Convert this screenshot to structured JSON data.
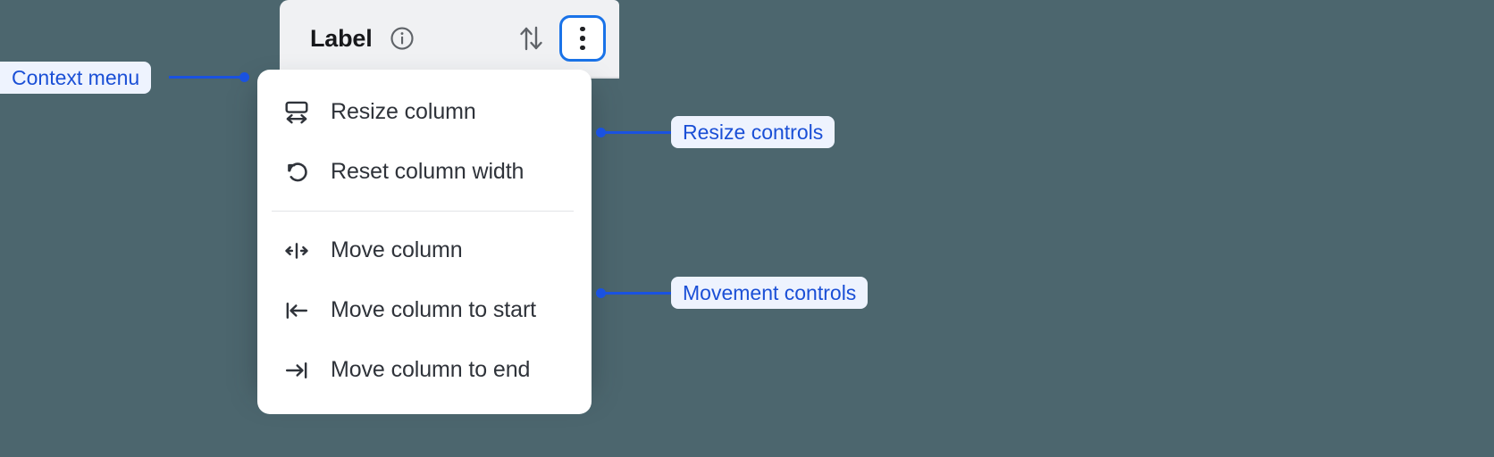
{
  "background_color": "#4c666e",
  "column_header": {
    "title": "Label",
    "info_icon": "info-circle-icon",
    "sort_icon": "sort-ascending-descending-icon",
    "menu_button_icon": "kebab-menu-icon",
    "focus_ring_color": "#1a73e8",
    "panel_color": "#f0f1f3"
  },
  "context_menu": {
    "groups": [
      {
        "name": "resize-controls",
        "items": [
          {
            "label": "Resize column",
            "icon": "resize-column-icon"
          },
          {
            "label": "Reset column width",
            "icon": "reset-rotate-ccw-icon"
          }
        ]
      },
      {
        "name": "movement-controls",
        "items": [
          {
            "label": "Move column",
            "icon": "move-column-left-right-icon"
          },
          {
            "label": "Move column to start",
            "icon": "move-to-start-icon"
          },
          {
            "label": "Move column to end",
            "icon": "move-to-end-icon"
          }
        ]
      }
    ]
  },
  "annotations": {
    "accent_color": "#1a52e0",
    "pill_background": "#eef3fe",
    "items": [
      {
        "label": "Context menu"
      },
      {
        "label": "Resize controls"
      },
      {
        "label": "Movement controls"
      }
    ]
  }
}
